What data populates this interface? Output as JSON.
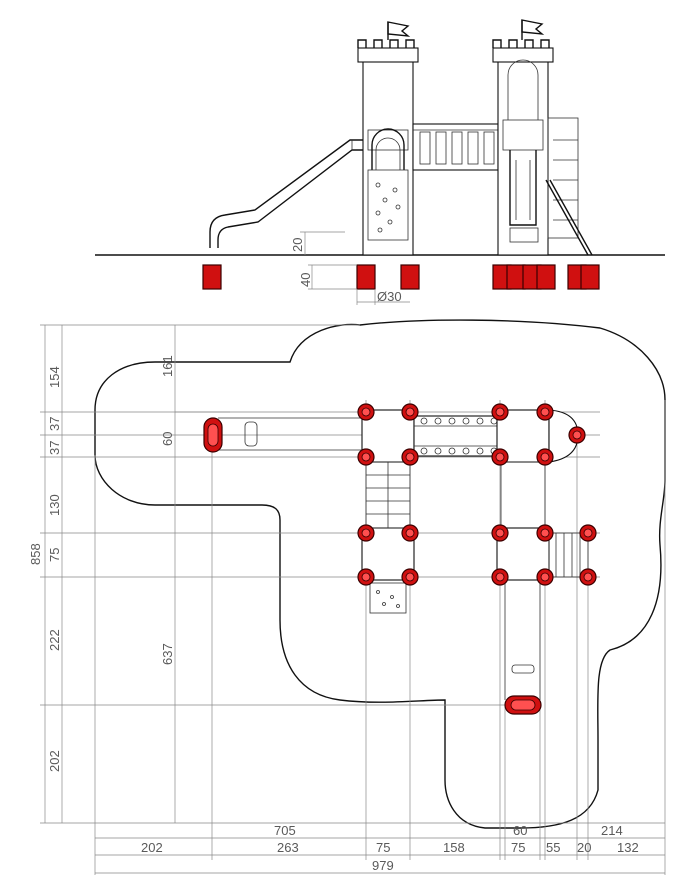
{
  "elevation": {
    "height_20": "20",
    "height_40": "40",
    "diameter": "Ø30"
  },
  "plan": {
    "vertical_left": [
      "154",
      "37",
      "37",
      "130",
      "75",
      "222",
      "202"
    ],
    "total_height": "858",
    "vertical_inner": [
      "161",
      "60",
      "637"
    ],
    "bottom_row1": [
      "705",
      "60",
      "214"
    ],
    "bottom_row2": [
      "202",
      "263",
      "75",
      "158",
      "75",
      "55",
      "20",
      "132"
    ],
    "total_width": "979"
  },
  "colors": {
    "footing": "#d01010",
    "line": "#111111",
    "dimension": "#5a5a5a"
  }
}
